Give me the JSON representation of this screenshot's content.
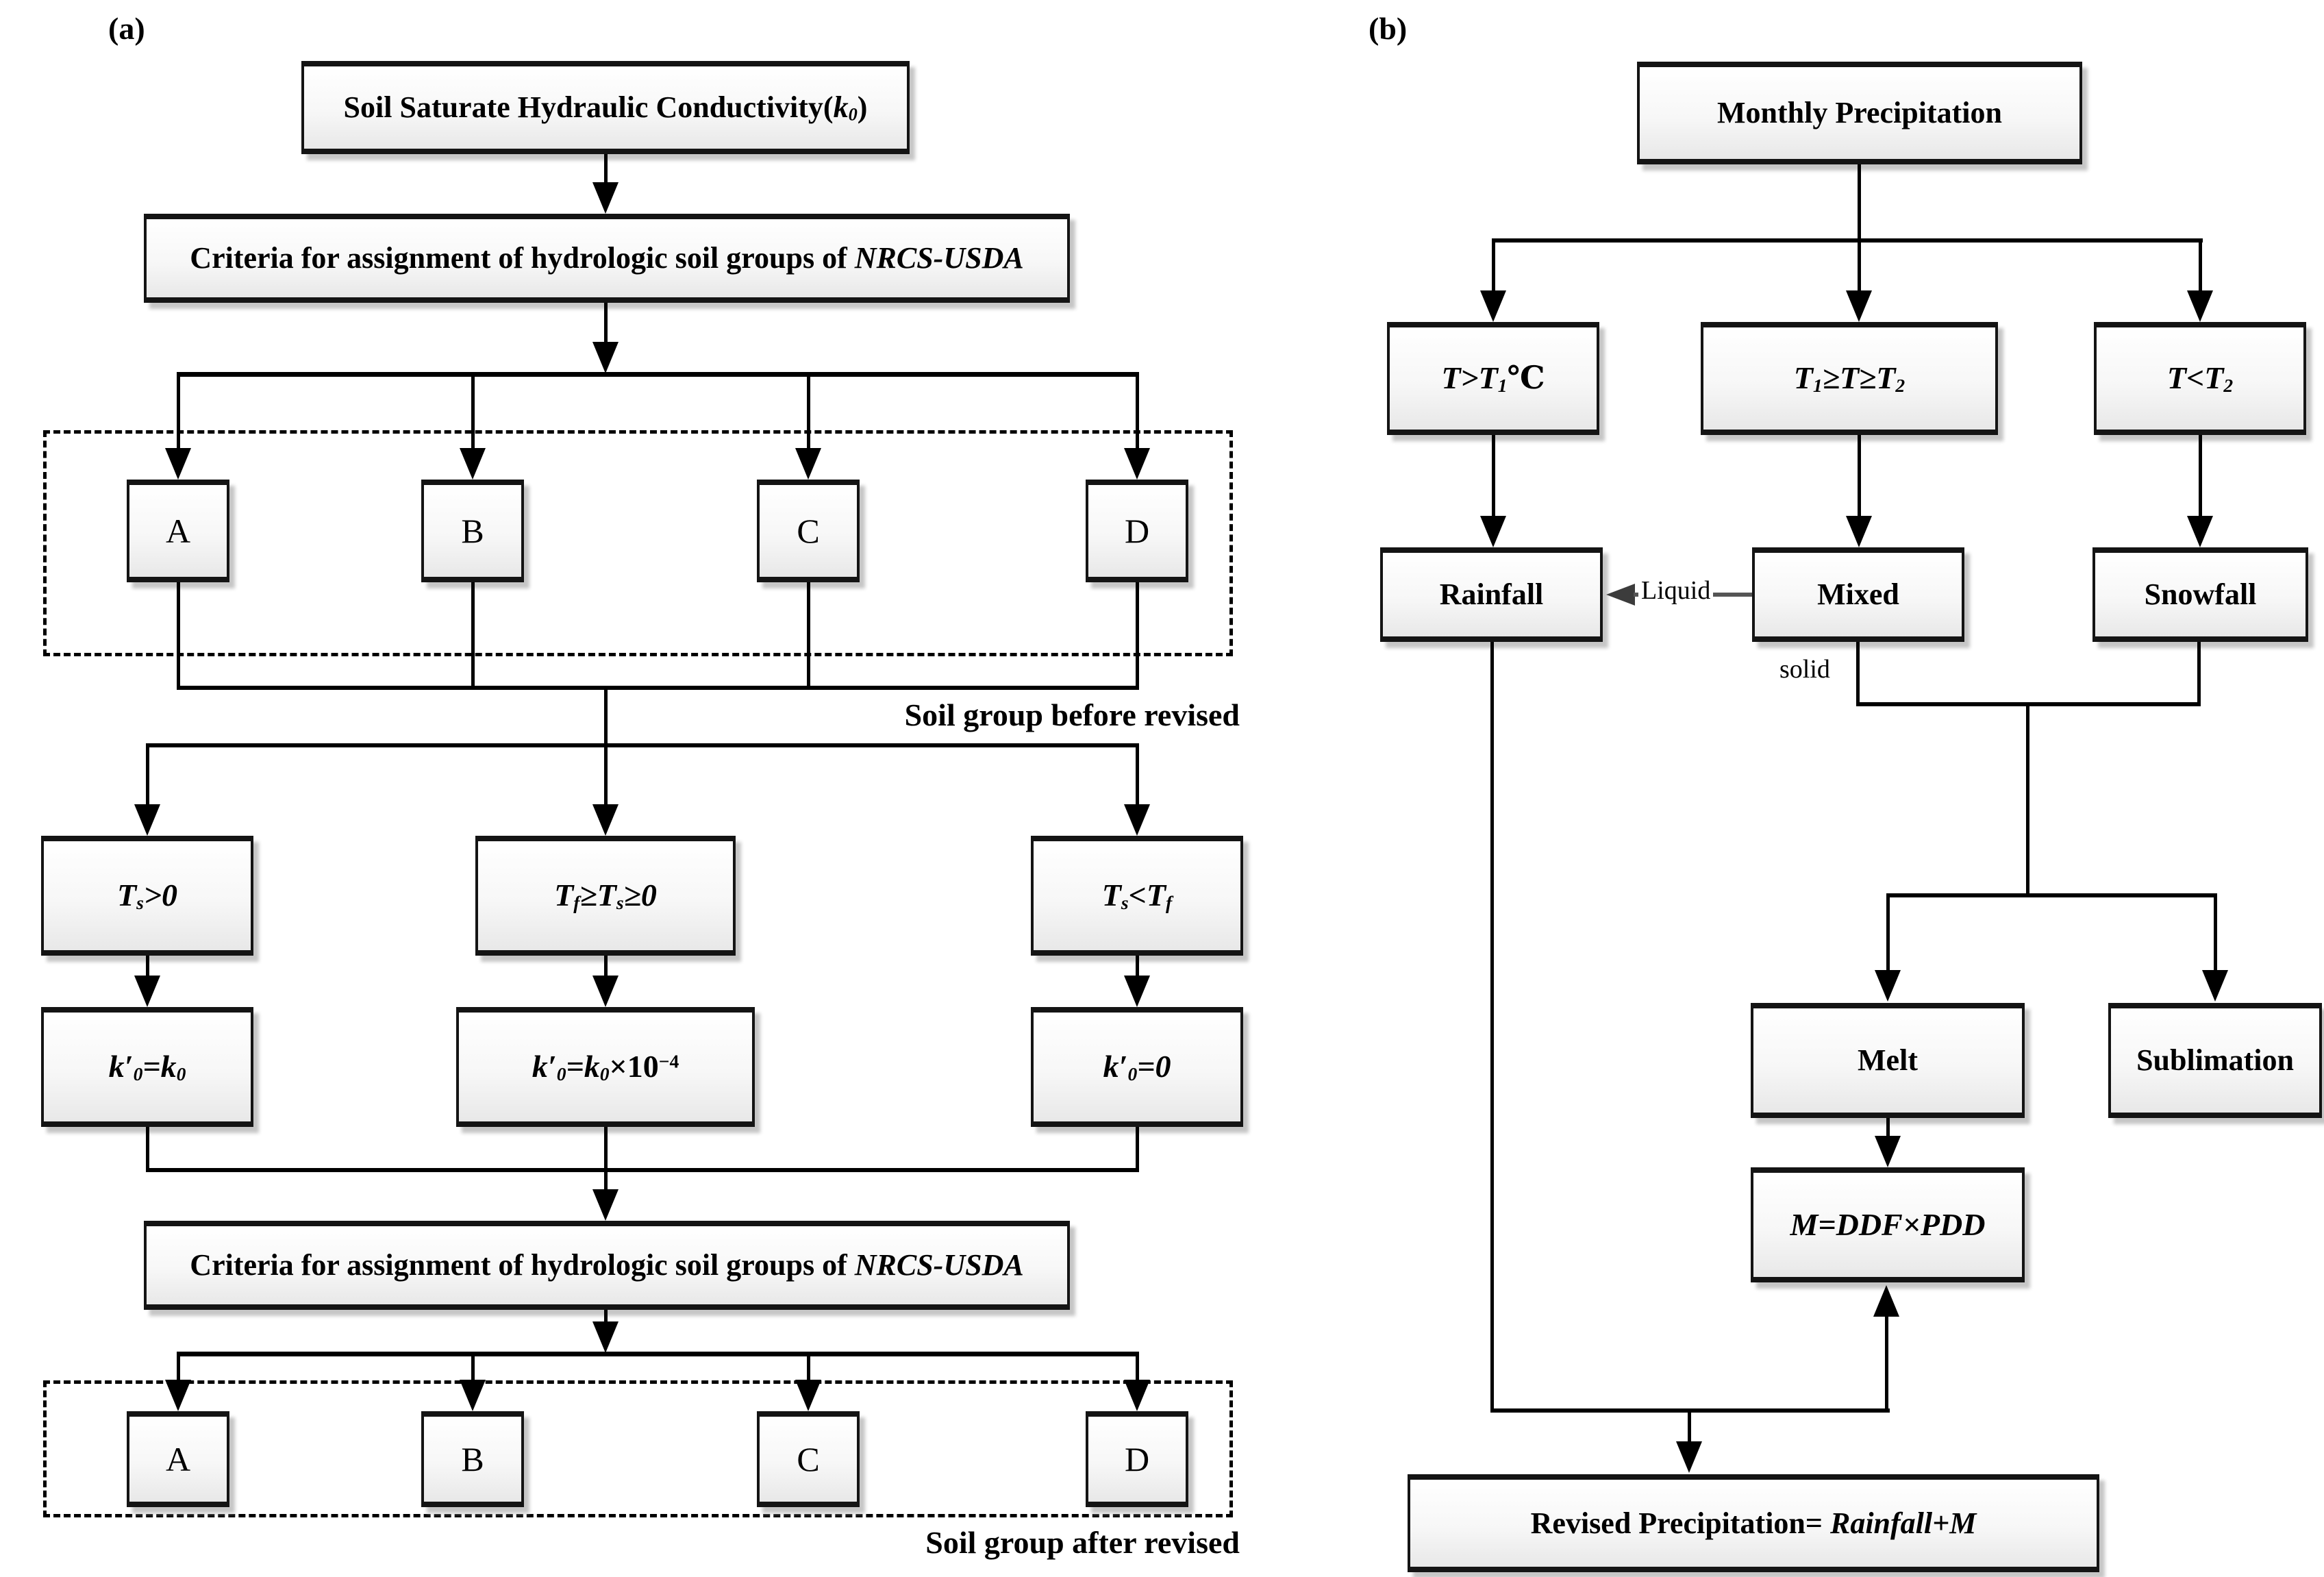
{
  "panel_a": {
    "label": "(a)",
    "conductivity_box": {
      "pre": "Soil Saturate Hydraulic Conductivity(",
      "k": "k",
      "ksub": "0",
      "post": ")"
    },
    "criteria_box": {
      "pre": "Criteria for assignment of hydrologic soil groups of ",
      "em": "NRCS-USDA"
    },
    "groups": [
      "A",
      "B",
      "C",
      "D"
    ],
    "before_label": "Soil group before revised",
    "after_label": "Soil group after revised",
    "cond_left": {
      "a": "T",
      "asub": "s",
      "op": ">",
      "b": "0"
    },
    "cond_mid": {
      "a": "T",
      "asub": "f",
      "op1": "≥",
      "b": "T",
      "bsub": "s",
      "op2": "≥",
      "c": "0"
    },
    "cond_right": {
      "a": "T",
      "asub": "s",
      "op": "<",
      "b": "T",
      "bsub": "f"
    },
    "k_left": {
      "l": "k′",
      "lsub": "0",
      "eq": "=",
      "r": "k",
      "rsub": "0"
    },
    "k_mid": {
      "l": "k′",
      "lsub": "0",
      "eq": "=",
      "r": "k",
      "rsub": "0",
      "times": "×10",
      "exp": "−4"
    },
    "k_right": {
      "l": "k′",
      "lsub": "0",
      "eq": "=",
      "r": "0"
    }
  },
  "panel_b": {
    "label": "(b)",
    "monthly_box": "Monthly Precipitation",
    "cond_left": {
      "a": "T",
      "op": ">",
      "b": "T",
      "bsub": "1",
      "unit": "℃"
    },
    "cond_mid": {
      "a": "T",
      "asub": "1",
      "op1": "≥",
      "b": "T",
      "op2": "≥",
      "c": "T",
      "csub": "2"
    },
    "cond_right": {
      "a": "T",
      "op": "<",
      "b": "T",
      "bsub": "2"
    },
    "rainfall": "Rainfall",
    "mixed": "Mixed",
    "snowfall": "Snowfall",
    "liquid_label": "Liquid",
    "solid_label": "solid",
    "melt": "Melt",
    "sublimation": "Sublimation",
    "melt_formula": "M=DDF×PDD",
    "revised_box": {
      "pre": "Revised Precipitation= ",
      "em": "Rainfall+M"
    }
  }
}
